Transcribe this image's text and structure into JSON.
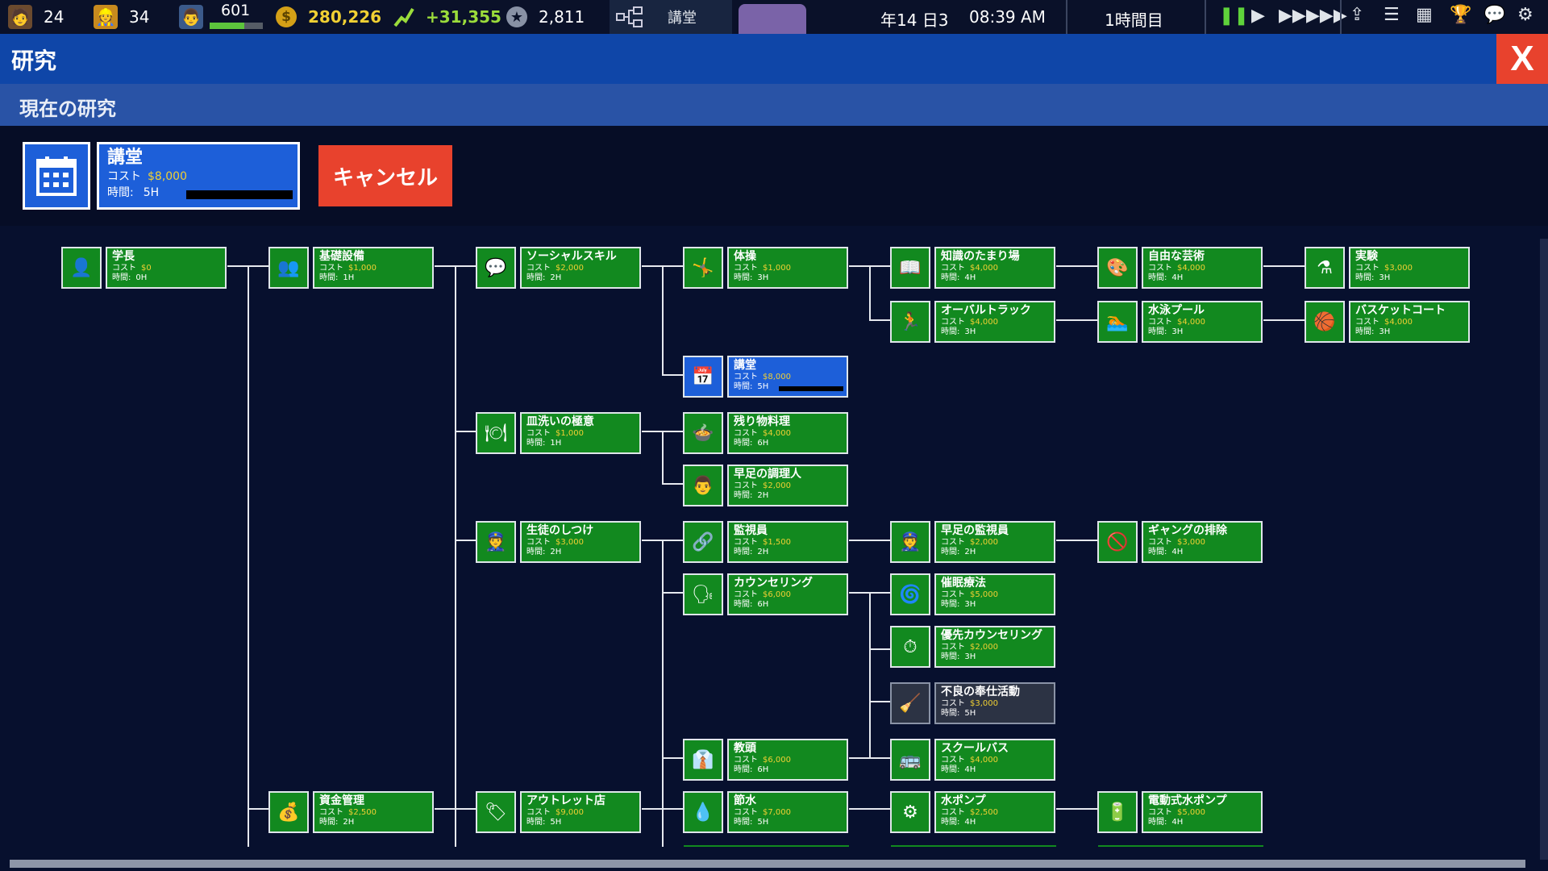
{
  "topbar": {
    "students": "24",
    "workers": "34",
    "teacher_level": "601",
    "teacher_bar_fraction": 0.65,
    "money": "280,226",
    "income": "+31,355",
    "reputation": "2,811",
    "current_tab": "講堂",
    "date": "年14 日3",
    "time": "08:39 AM",
    "period": "1時間目"
  },
  "window": {
    "title": "研究",
    "close_label": "X",
    "section": "現在の研究"
  },
  "current": {
    "name": "講堂",
    "cost_label": "コスト",
    "cost": "$8,000",
    "time_label": "時間:",
    "time": "5H",
    "progress": 0,
    "cancel_label": "キャンセル"
  },
  "nodes": [
    {
      "id": "headmaster",
      "name": "学長",
      "cost": "$0",
      "time": "0H",
      "state": "done",
      "glyph": "👤"
    },
    {
      "id": "basic",
      "name": "基礎設備",
      "cost": "$1,000",
      "time": "1H",
      "state": "done",
      "glyph": "👥"
    },
    {
      "id": "social",
      "name": "ソーシャルスキル",
      "cost": "$2,000",
      "time": "2H",
      "state": "done",
      "glyph": "💬"
    },
    {
      "id": "gym",
      "name": "体操",
      "cost": "$1,000",
      "time": "3H",
      "state": "done",
      "glyph": "🤸"
    },
    {
      "id": "knowledge",
      "name": "知識のたまり場",
      "cost": "$4,000",
      "time": "4H",
      "state": "done",
      "glyph": "📖"
    },
    {
      "id": "arts",
      "name": "自由な芸術",
      "cost": "$4,000",
      "time": "4H",
      "state": "done",
      "glyph": "🎨"
    },
    {
      "id": "experiment",
      "name": "実験",
      "cost": "$3,000",
      "time": "3H",
      "state": "done",
      "glyph": "⚗"
    },
    {
      "id": "oval",
      "name": "オーバルトラック",
      "cost": "$4,000",
      "time": "3H",
      "state": "done",
      "glyph": "🏃"
    },
    {
      "id": "pool",
      "name": "水泳プール",
      "cost": "$4,000",
      "time": "3H",
      "state": "done",
      "glyph": "🏊"
    },
    {
      "id": "basket",
      "name": "バスケットコート",
      "cost": "$4,000",
      "time": "3H",
      "state": "done",
      "glyph": "🏀"
    },
    {
      "id": "hall",
      "name": "講堂",
      "cost": "$8,000",
      "time": "5H",
      "state": "active",
      "glyph": "📅"
    },
    {
      "id": "dishes",
      "name": "皿洗いの極意",
      "cost": "$1,000",
      "time": "1H",
      "state": "done",
      "glyph": "🍽"
    },
    {
      "id": "leftover",
      "name": "残り物料理",
      "cost": "$4,000",
      "time": "6H",
      "state": "done",
      "glyph": "🍲"
    },
    {
      "id": "fastcook",
      "name": "早足の調理人",
      "cost": "$2,000",
      "time": "2H",
      "state": "done",
      "glyph": "👨"
    },
    {
      "id": "discipline",
      "name": "生徒のしつけ",
      "cost": "$3,000",
      "time": "2H",
      "state": "done",
      "glyph": "👮"
    },
    {
      "id": "monitor",
      "name": "監視員",
      "cost": "$1,500",
      "time": "2H",
      "state": "done",
      "glyph": "🔗"
    },
    {
      "id": "fastmonitor",
      "name": "早足の監視員",
      "cost": "$2,000",
      "time": "2H",
      "state": "done",
      "glyph": "👮"
    },
    {
      "id": "gang",
      "name": "ギャングの排除",
      "cost": "$3,000",
      "time": "4H",
      "state": "done",
      "glyph": "🚫"
    },
    {
      "id": "counsel",
      "name": "カウンセリング",
      "cost": "$6,000",
      "time": "6H",
      "state": "done",
      "glyph": "🗣"
    },
    {
      "id": "hypno",
      "name": "催眠療法",
      "cost": "$5,000",
      "time": "3H",
      "state": "done",
      "glyph": "🌀"
    },
    {
      "id": "priority",
      "name": "優先カウンセリング",
      "cost": "$2,000",
      "time": "3H",
      "state": "done",
      "glyph": "⏱"
    },
    {
      "id": "service",
      "name": "不良の奉仕活動",
      "cost": "$3,000",
      "time": "5H",
      "state": "locked",
      "glyph": "🧹"
    },
    {
      "id": "vice",
      "name": "教頭",
      "cost": "$6,000",
      "time": "6H",
      "state": "done",
      "glyph": "👔"
    },
    {
      "id": "bus",
      "name": "スクールバス",
      "cost": "$4,000",
      "time": "4H",
      "state": "done",
      "glyph": "🚌"
    },
    {
      "id": "finance",
      "name": "資金管理",
      "cost": "$2,500",
      "time": "2H",
      "state": "done",
      "glyph": "💰"
    },
    {
      "id": "outlet",
      "name": "アウトレット店",
      "cost": "$9,000",
      "time": "5H",
      "state": "done",
      "glyph": "🏷"
    },
    {
      "id": "water",
      "name": "節水",
      "cost": "$7,000",
      "time": "5H",
      "state": "done",
      "glyph": "💧"
    },
    {
      "id": "pump",
      "name": "水ポンプ",
      "cost": "$2,500",
      "time": "4H",
      "state": "done",
      "glyph": "⚙"
    },
    {
      "id": "epump",
      "name": "電動式水ポンプ",
      "cost": "$5,000",
      "time": "4H",
      "state": "done",
      "glyph": "🔋"
    }
  ],
  "labels": {
    "cost": "コスト",
    "time": "時間:"
  },
  "colors": {
    "done": "#12891f",
    "active": "#1d5fd9",
    "locked": "#2c3344",
    "cancel": "#e8422d"
  }
}
